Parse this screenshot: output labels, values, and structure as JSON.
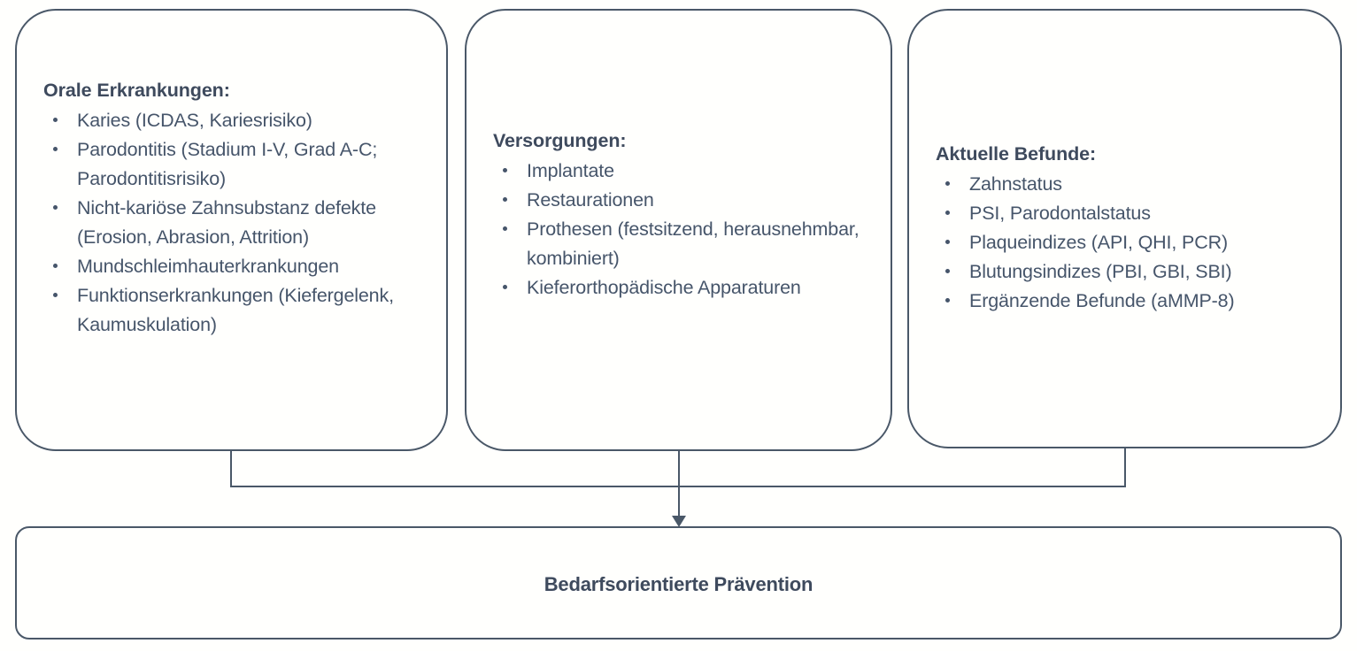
{
  "diagram": {
    "type": "flowchart",
    "direction": "three-inputs-converge-to-one-outcome",
    "colors": {
      "border": "#4a5868",
      "heading_text": "#3e4a5d",
      "body_text": "#46556a",
      "background": "#fffffd"
    },
    "boxes": [
      {
        "id": "oral-diseases",
        "title": "Orale Erkrankungen:",
        "items": [
          "Karies (ICDAS, Kariesrisiko)",
          "Parodontitis (Stadium I-V, Grad A-C; Parodontitisrisiko)",
          "Nicht-kariöse Zahnsubstanz defekte (Erosion, Abrasion, Attrition)",
          "Mundschleimhauterkrankungen",
          "Funktionserkrankungen (Kiefergelenk, Kaumuskulation)"
        ]
      },
      {
        "id": "care-provisions",
        "title": "Versorgungen:",
        "items": [
          "Implantate",
          "Restaurationen",
          "Prothesen (festsitzend, herausnehmbar, kombiniert)",
          "Kieferorthopädische Apparaturen"
        ]
      },
      {
        "id": "current-findings",
        "title": "Aktuelle Befunde:",
        "items": [
          "Zahnstatus",
          "PSI, Parodontalstatus",
          "Plaqueindizes (API, QHI, PCR)",
          "Blutungsindizes (PBI, GBI, SBI)",
          "Ergänzende Befunde (aMMP-8)"
        ]
      }
    ],
    "outcome": {
      "id": "outcome",
      "label": "Bedarfsorientierte Prävention"
    },
    "connector": {
      "arrow_icon": "arrow-down-icon"
    }
  }
}
